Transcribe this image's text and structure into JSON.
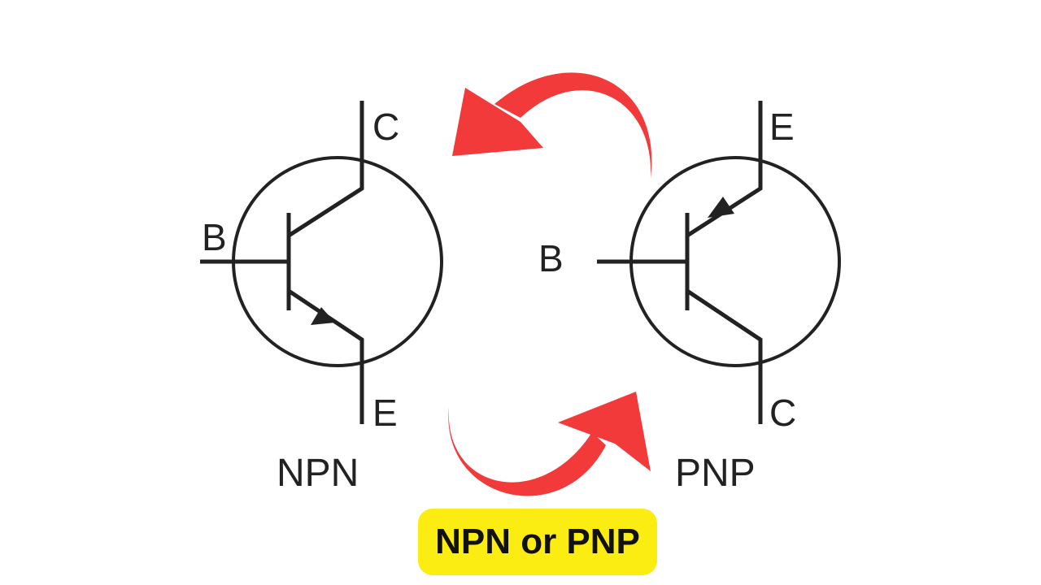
{
  "npn": {
    "label": "NPN",
    "pins": {
      "base": "B",
      "collector": "C",
      "emitter": "E"
    }
  },
  "pnp": {
    "label": "PNP",
    "pins": {
      "base": "B",
      "collector": "C",
      "emitter": "E"
    }
  },
  "caption": "NPN or PNP",
  "colors": {
    "arrow": "#f23a3a",
    "badge": "#fbec12",
    "line": "#222222"
  },
  "icons": {
    "top_arrow": "curved-arrow-left-icon",
    "bottom_arrow": "curved-arrow-right-icon"
  }
}
